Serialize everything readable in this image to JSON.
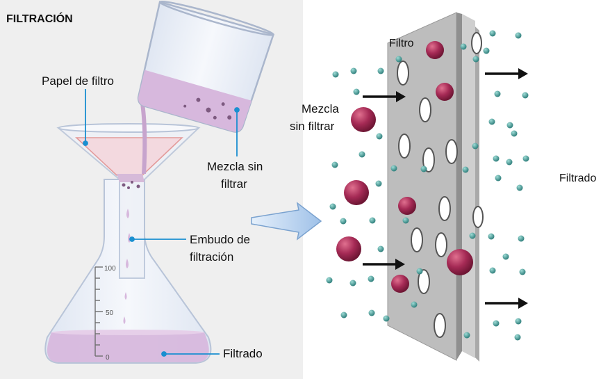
{
  "title": "FILTRACIÓN",
  "labels": {
    "filter_paper": "Papel de filtro",
    "unfiltered_mix_line1": "Mezcla sin",
    "unfiltered_mix_line2": "filtrar",
    "funnel_line1": "Embudo de",
    "funnel_line2": "filtración",
    "filtrate_left": "Filtrado",
    "filter": "Filtro",
    "mix_right_line1": "Mezcla",
    "mix_right_line2": "sin filtrar",
    "filtrate_right": "Filtrado"
  },
  "scale_marks": [
    "100",
    "50",
    "0"
  ],
  "colors": {
    "liquid": "#d7b8dd",
    "callout_line": "#1a8fd0",
    "big_particle": "#a52a55",
    "small_particle": "#3f9a96",
    "filter_plate": "#bdbdbd",
    "background_left": "#efefef"
  }
}
